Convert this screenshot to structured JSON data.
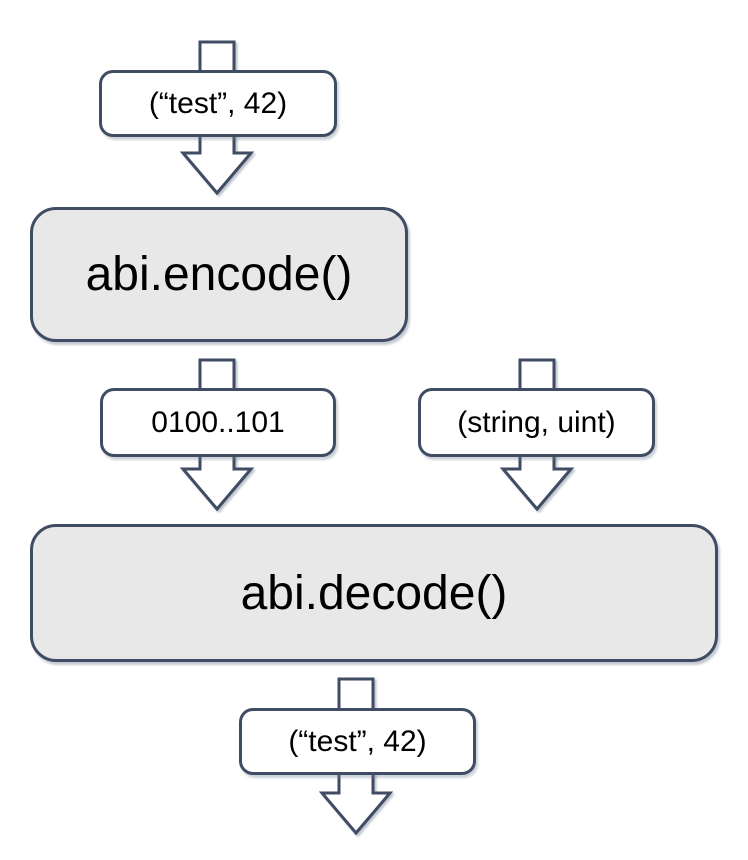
{
  "diagram": {
    "nodes": {
      "input_top": {
        "label": "(“test”, 42)"
      },
      "encode": {
        "label": "abi.encode()"
      },
      "bytes": {
        "label": "0100..101"
      },
      "types": {
        "label": "(string, uint)"
      },
      "decode": {
        "label": "abi.decode()"
      },
      "output": {
        "label": "(“test”, 42)"
      }
    },
    "colors": {
      "border": "#3f4c63",
      "process_fill": "#e8e8e8",
      "label_fill": "#ffffff",
      "text": "#000000",
      "background": "#ffffff"
    }
  }
}
